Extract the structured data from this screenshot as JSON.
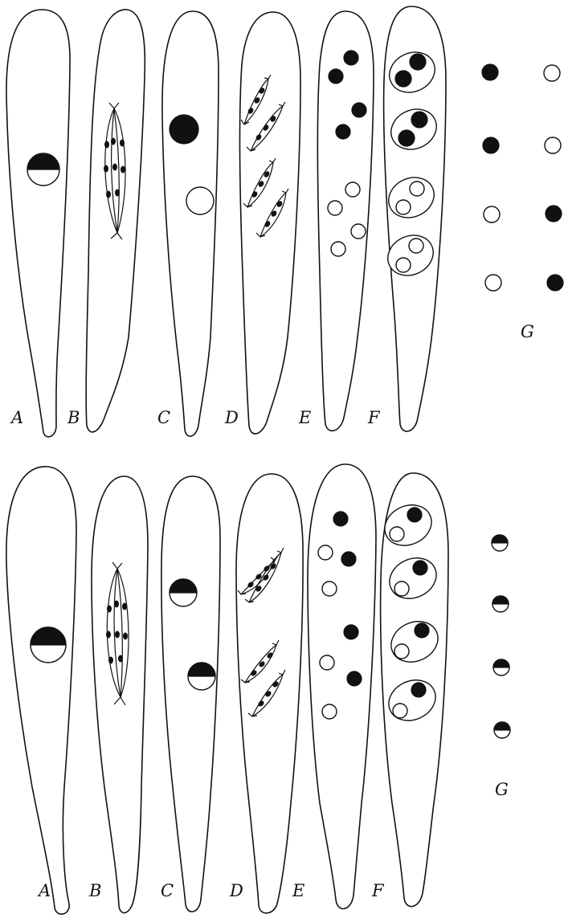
{
  "top_panel": {
    "label_A": "A",
    "label_B": "B",
    "label_C": "C",
    "label_D": "D",
    "label_E": "E",
    "label_F": "F",
    "label_G": "G"
  },
  "bottom_panel": {
    "label_A": "A",
    "label_B": "B",
    "label_C": "C",
    "label_D": "D",
    "label_E": "E",
    "label_F": "F",
    "label_G": "G"
  },
  "colors": {
    "ink": "#111111",
    "paper": "#ffffff"
  }
}
